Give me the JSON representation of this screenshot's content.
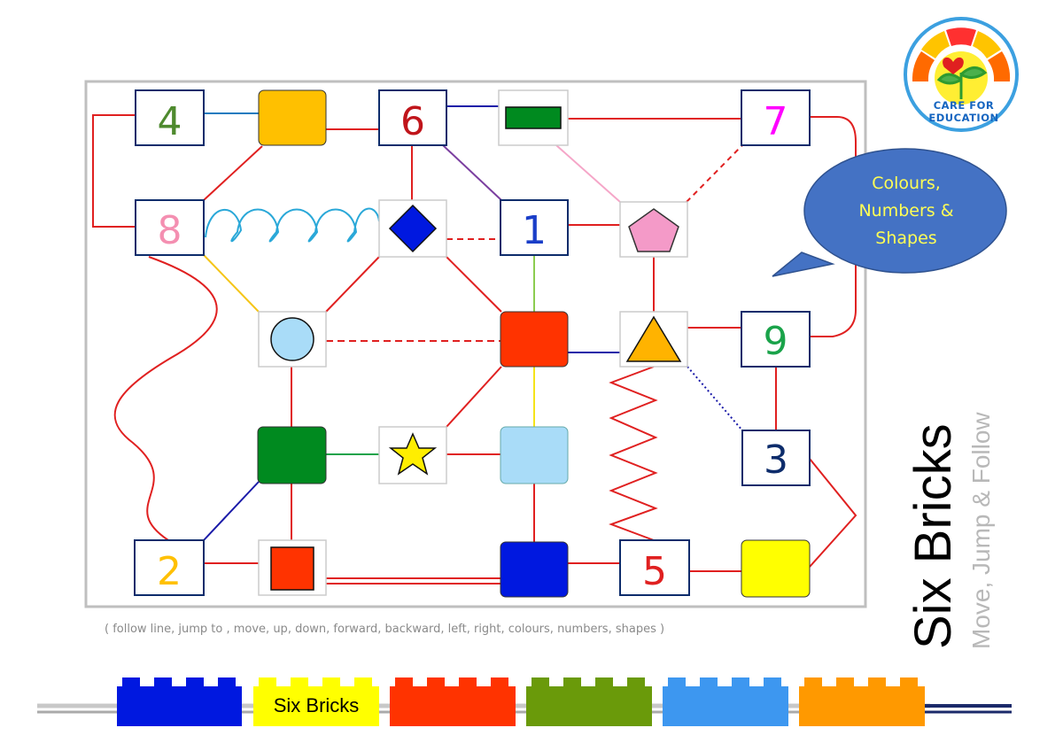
{
  "bubble": {
    "lines": [
      "Colours,",
      "Numbers &",
      "Shapes"
    ],
    "color": "#4472c4",
    "text_color": "#ffff55"
  },
  "logo": {
    "line1": "CARE FOR",
    "line2": "EDUCATION",
    "icon": "sprout-heart-sun-icon"
  },
  "title": {
    "main": "Six Bricks",
    "sub": "Move, Jump & Follow"
  },
  "caption": "( follow line, jump to , move, up, down, forward, backward, left, right, colours, numbers, shapes  )",
  "board": {
    "numbers": [
      {
        "id": "n4",
        "text": "4",
        "color": "#4e8a2e"
      },
      {
        "id": "n6",
        "text": "6",
        "color": "#c0151b"
      },
      {
        "id": "n7",
        "text": "7",
        "color": "#ff00ff"
      },
      {
        "id": "n8",
        "text": "8",
        "color": "#f48fb1"
      },
      {
        "id": "n1",
        "text": "1",
        "color": "#1a3ec8"
      },
      {
        "id": "n9",
        "text": "9",
        "color": "#1aa34a"
      },
      {
        "id": "n3",
        "text": "3",
        "color": "#0d2c6b"
      },
      {
        "id": "n2",
        "text": "2",
        "color": "#ffc000"
      },
      {
        "id": "n5",
        "text": "5",
        "color": "#e02020"
      }
    ],
    "colour_tiles": [
      {
        "id": "c-orange",
        "color": "#ffc000"
      },
      {
        "id": "c-red",
        "color": "#ff3300"
      },
      {
        "id": "c-green",
        "color": "#008a1f"
      },
      {
        "id": "c-lightblue",
        "color": "#a9dcf8"
      },
      {
        "id": "c-blue",
        "color": "#0018e0"
      },
      {
        "id": "c-yellow",
        "color": "#ffff00"
      }
    ],
    "shapes": [
      {
        "id": "s-rect",
        "shape": "rectangle",
        "color": "#008a1f"
      },
      {
        "id": "s-diamond",
        "shape": "diamond",
        "color": "#0018e0"
      },
      {
        "id": "s-pentagon",
        "shape": "pentagon",
        "color": "#f49ac8"
      },
      {
        "id": "s-circle",
        "shape": "circle",
        "color": "#a9dcf8"
      },
      {
        "id": "s-triangle",
        "shape": "triangle",
        "color": "#ffb300"
      },
      {
        "id": "s-star",
        "shape": "star",
        "color": "#ffee00"
      },
      {
        "id": "s-square",
        "shape": "square",
        "color": "#ff3300"
      }
    ]
  },
  "bricks": [
    {
      "color": "#0018e0",
      "label": ""
    },
    {
      "color": "#ffff00",
      "label": "Six Bricks"
    },
    {
      "color": "#ff3300",
      "label": ""
    },
    {
      "color": "#6a9a0a",
      "label": ""
    },
    {
      "color": "#3d97f0",
      "label": ""
    },
    {
      "color": "#ff9900",
      "label": ""
    }
  ]
}
